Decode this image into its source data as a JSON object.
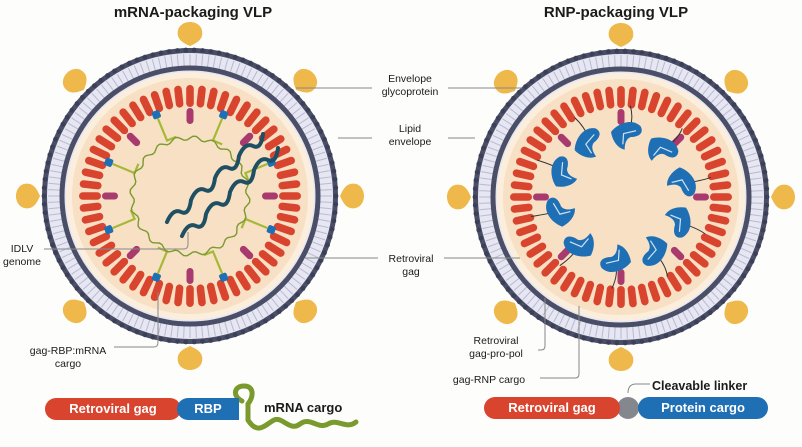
{
  "titles": {
    "left": "mRNA-packaging VLP",
    "right": "RNP-packaging VLP"
  },
  "labels": {
    "envelope_glycoprotein": [
      "Envelope",
      "glycoprotein"
    ],
    "lipid_envelope": [
      "Lipid",
      "envelope"
    ],
    "idlv_genome": [
      "IDLV",
      "genome"
    ],
    "retroviral_gag": [
      "Retroviral",
      "gag"
    ],
    "gag_rbp_mrna_cargo": [
      "gag-RBP:mRNA",
      "cargo"
    ],
    "retroviral_gag_pro_pol": [
      "Retroviral",
      "gag-pro-pol"
    ],
    "gag_rnp_cargo": "gag-RNP cargo",
    "cleavable_linker": "Cleavable linker"
  },
  "constructs": {
    "left": {
      "segments": [
        "Retroviral gag",
        "RBP"
      ],
      "cargo": "mRNA cargo"
    },
    "right": {
      "segments": [
        "Retroviral gag",
        "Protein cargo"
      ]
    }
  },
  "colors": {
    "gag_red": "#d9442e",
    "rbp_blue": "#1f6fb5",
    "protein_blue": "#1f6fb5",
    "mrna_green": "#7a9a2e",
    "glycoprotein_yellow": "#eeb84a",
    "pro_pol_magenta": "#a83a6e",
    "membrane_dark": "#4a4e66",
    "membrane_light": "#e6e7f2",
    "interior": "#f7e0c4",
    "linker_gray": "#85878f",
    "genome_teal": "#1e4f63"
  }
}
